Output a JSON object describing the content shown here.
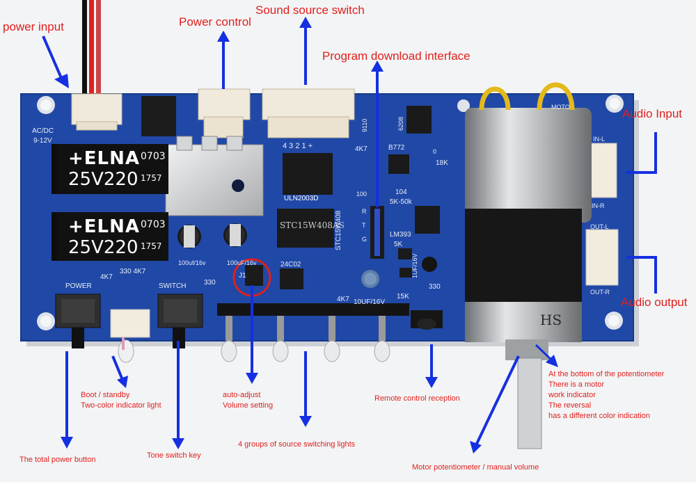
{
  "callouts": {
    "power_input": "power input",
    "power_control": "Power control",
    "sound_source_switch": "Sound source switch",
    "program_download": "Program download interface",
    "audio_input": "Audio Input",
    "audio_output": "Audio output",
    "boot_standby": [
      "Boot / standby",
      "Two-color indicator light"
    ],
    "auto_adjust": [
      "auto-adjust",
      "Volume setting"
    ],
    "remote_control": "Remote control reception",
    "motor_note": [
      "At the bottom of the potentiometer",
      "There is a motor",
      "work indicator",
      "The reversal",
      "has a different color indication"
    ],
    "total_power": "The total power button",
    "tone_switch": "Tone switch key",
    "source_lights": "4 groups of source switching lights",
    "motor_pot": "Motor potentiometer / manual volume"
  },
  "board": {
    "acdc": "AC/DC",
    "voltage": "9-12V",
    "cap1_line1": "+ELNA",
    "cap1_code1": "0703",
    "cap1_line2": "25V220",
    "cap1_code2": "1757",
    "cap2_line1": "+ELNA",
    "cap2_code1": "0703",
    "cap2_line2": "25V220",
    "cap2_code2": "1757",
    "small_cap1": "100uf/16v",
    "small_cap2": "100uF/16v",
    "chip_uln": "ULN2003D",
    "chip_stc": "STC15W408AS",
    "chip_stc_side": "STC15W408",
    "chip_24c02": "24C02",
    "lm393": "LM393",
    "b772": "B772",
    "pin_nums": "4  3  2     1   +",
    "r_5k50k": "5K-50k",
    "r_18k": "18K",
    "r_4k7_a": "4K7",
    "r_4k7_b": "4K7",
    "r_104": "104",
    "r_5k": "5K",
    "r_15k": "15K",
    "r_330_a": "330",
    "r_330_b": "330",
    "cap_10uf": "10UF/16V",
    "cap_1uf": "1UF/16V",
    "code_9110": "9110",
    "code_6208": "6208",
    "inl": "IN-L",
    "inr": "IN-R",
    "outl": "OUT-L",
    "outr": "OUT-R",
    "moto": "MOTO",
    "power_lbl": "POWER",
    "switch_lbl": "SWITCH",
    "j1": "J1",
    "row_4k7": "4K7",
    "row_330_4k7": "330  4K7",
    "hs": "HS",
    "mark_100": "100",
    "mark_r": "R",
    "mark_t": "T",
    "mark_g": "G",
    "mark_0": "0"
  },
  "colors": {
    "pcb": "#1f4aa8",
    "callout_text": "#e0201c",
    "arrow": "#1530e0"
  }
}
